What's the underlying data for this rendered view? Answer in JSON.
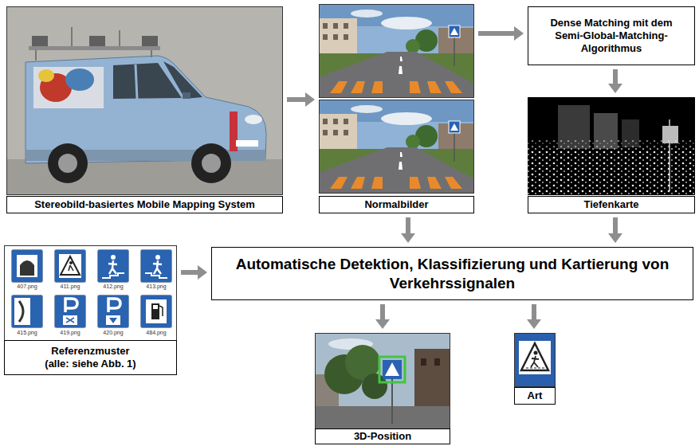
{
  "diagram": {
    "nodes": [
      {
        "text": [
          "Stereobild-basiertes Mobile Mapping System"
        ]
      },
      {
        "text": [
          "Normalbilder"
        ]
      },
      {
        "text": [
          "Dense Matching mit dem Semi-Global-Matching-Algorithmus"
        ]
      },
      {
        "text": [
          "Tiefenkarte"
        ]
      },
      {
        "text": [
          "Referenzmuster (alle: siehe Abb. 1)"
        ]
      },
      {
        "text": [
          "Automatische Detektion, Klassifizierung und Kartierung von Verkehrssignalen"
        ]
      },
      {
        "text": [
          "3D-Position"
        ]
      },
      {
        "text": [
          "Art"
        ]
      }
    ],
    "edges": [
      {
        "from": 0,
        "to": 1,
        "arrow": "to"
      },
      {
        "from": 1,
        "to": 2,
        "arrow": "to"
      },
      {
        "from": 2,
        "to": 3,
        "arrow": "to"
      },
      {
        "from": 1,
        "to": 5,
        "arrow": "to"
      },
      {
        "from": 3,
        "to": 5,
        "arrow": "to"
      },
      {
        "from": 4,
        "to": 5,
        "arrow": "to"
      },
      {
        "from": 5,
        "to": 6,
        "arrow": "to"
      },
      {
        "from": 5,
        "to": 7,
        "arrow": "to"
      }
    ],
    "labels": [
      "407.png",
      "411.png",
      "412.png",
      "413.png",
      "415.png",
      "419.png",
      "420.png",
      "484.png"
    ]
  }
}
